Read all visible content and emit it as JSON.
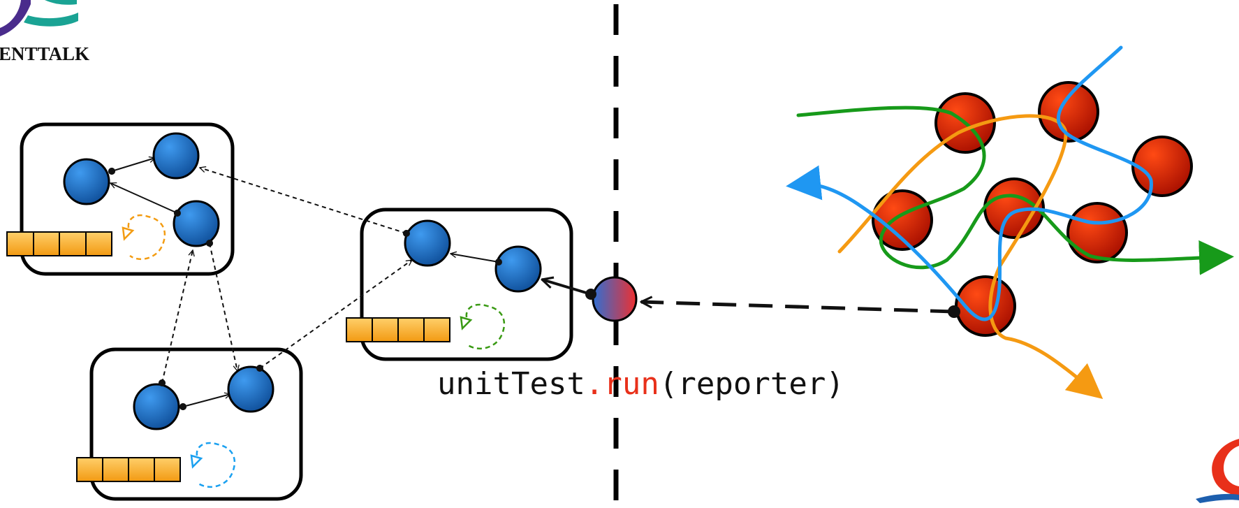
{
  "logo": {
    "text": "ENTTALK",
    "colors": {
      "purple": "#4a2c8c",
      "teal": "#1aa394"
    }
  },
  "code": {
    "object": "unitTest",
    "dot": ".",
    "method": "run",
    "args": "(reporter)",
    "object_color": "#111111",
    "method_color": "#e8301a"
  },
  "colors": {
    "actor": "#1d6fc4",
    "queue": "#f6a623",
    "orange_loop": "#f39c12",
    "green_loop": "#3a9a14",
    "blue_loop": "#1aa0f0",
    "node_red": "#d81c05",
    "path_green": "#179a1a",
    "path_orange": "#f59a12",
    "path_blue": "#1f97f2",
    "divider": "#000000"
  },
  "icons": {
    "bottom_right_logo": "java-logo-icon"
  }
}
